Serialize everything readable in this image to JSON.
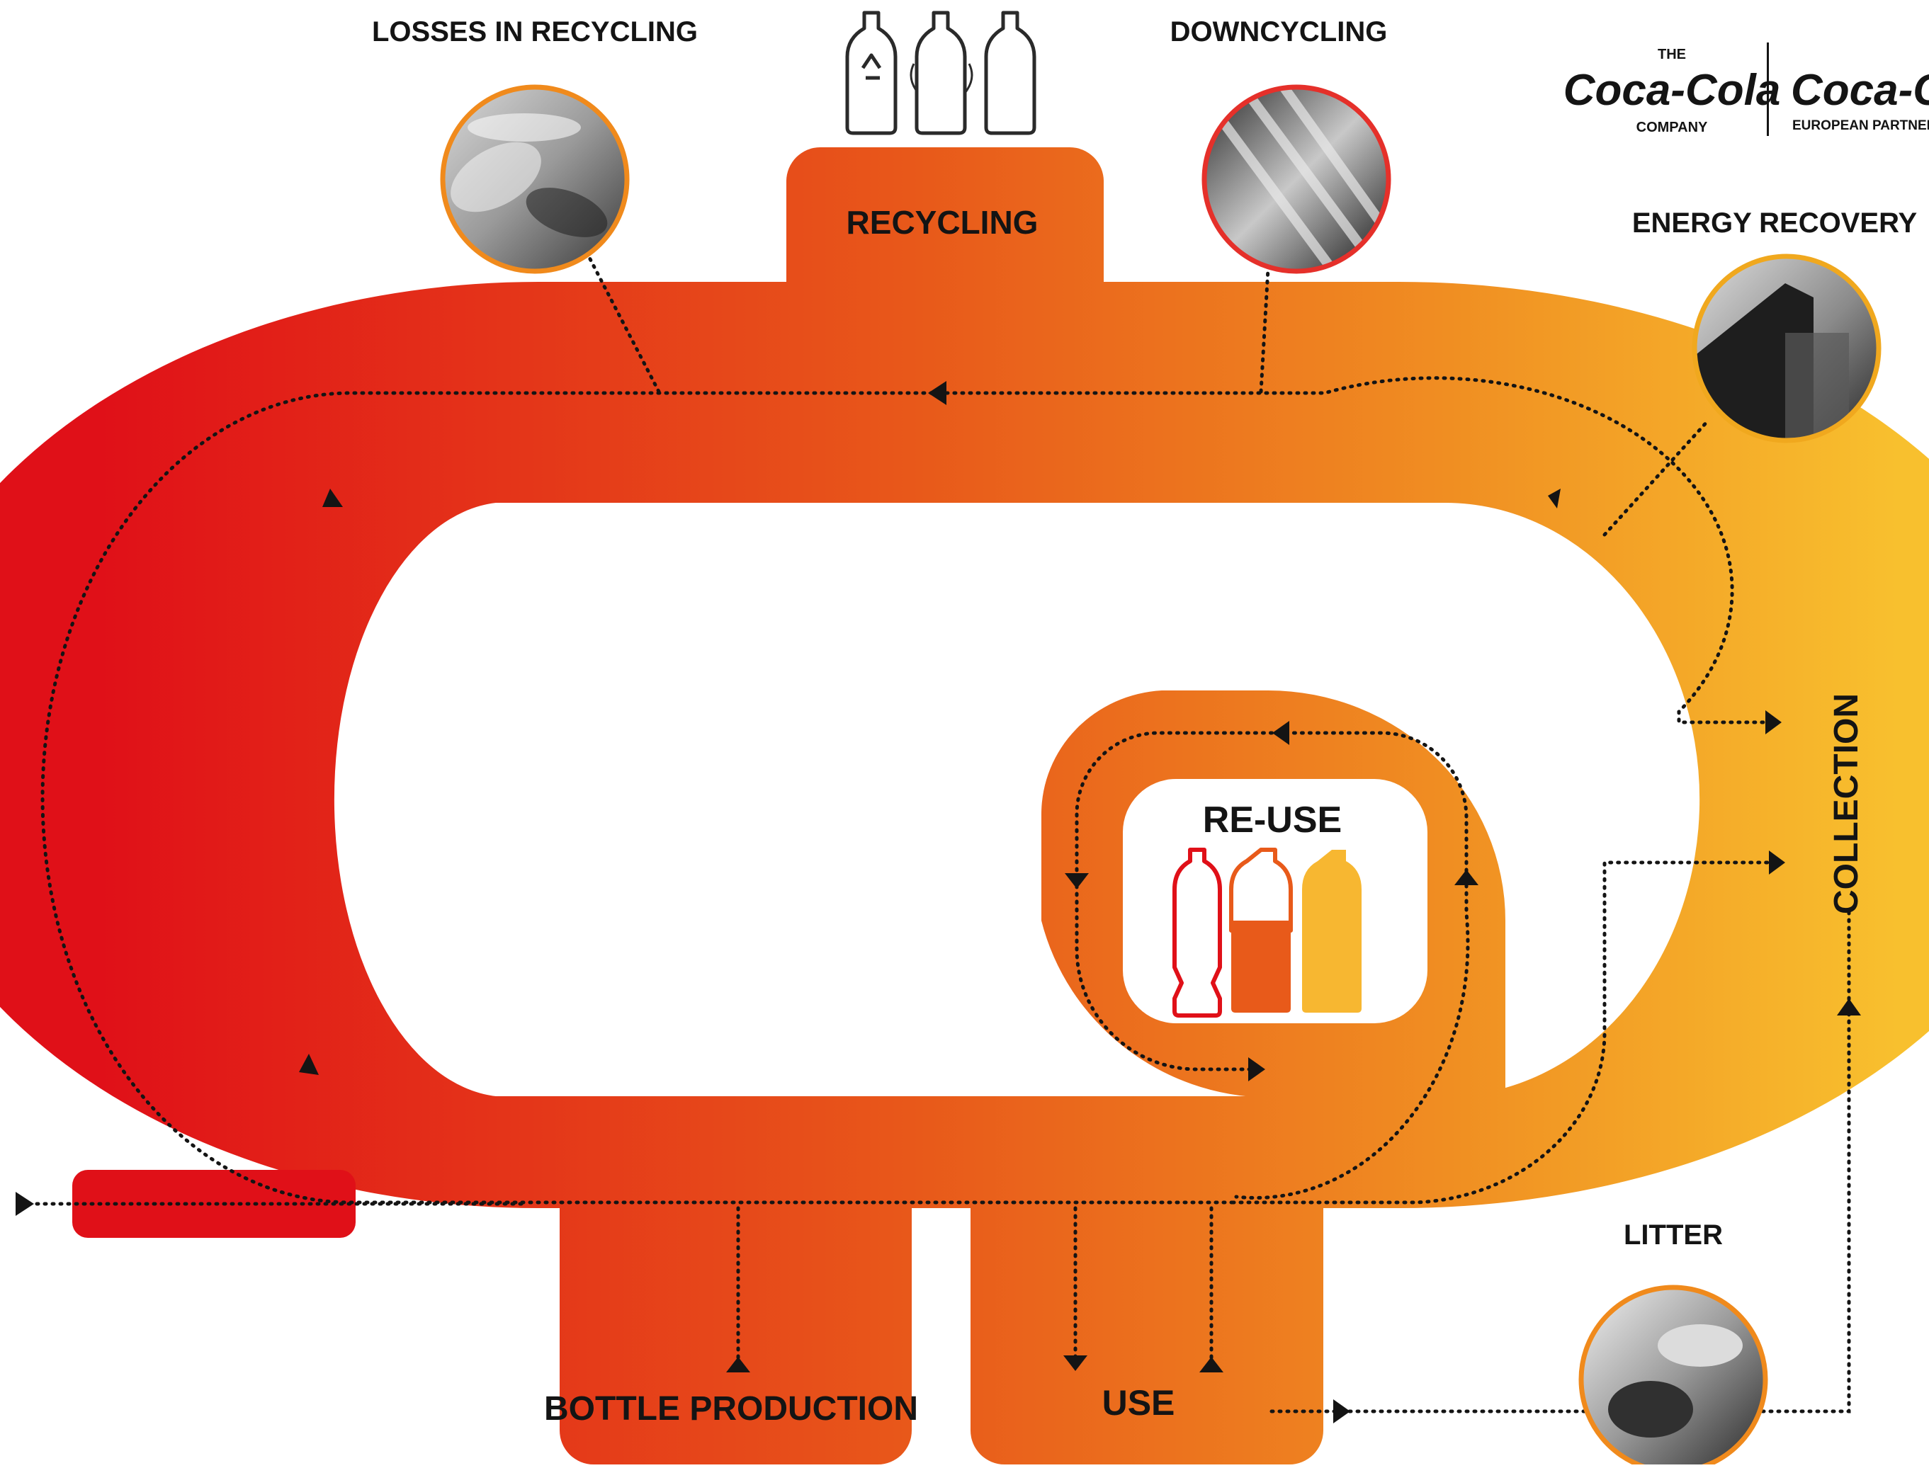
{
  "labels": {
    "losses_in_recycling": "LOSSES IN RECYCLING",
    "downcycling": "DOWNCYCLING",
    "energy_recovery": "ENERGY RECOVERY",
    "recycling": "RECYCLING",
    "collection": "COLLECTION",
    "re_use": "RE-USE",
    "bottle_production": "BOTTLE PRODUCTION",
    "use": "USE",
    "litter": "LITTER"
  },
  "logos": {
    "company": {
      "top": "THE",
      "script": "Coca-Cola",
      "bottom": "COMPANY"
    },
    "european_partners": {
      "script": "Coca-Cola",
      "bottom": "EUROPEAN PARTNERS"
    }
  },
  "colors": {
    "gradient_start": "#e01018",
    "gradient_mid": "#ef7a1c",
    "gradient_end": "#f8c02e",
    "losses_ring": "#f08a1c",
    "downcycling_ring": "#e5302a",
    "energy_ring": "#f0a81e",
    "litter_ring": "#f08a1c"
  },
  "icons": [
    "recycle-bottles-icon",
    "reuse-bottles-icon"
  ]
}
